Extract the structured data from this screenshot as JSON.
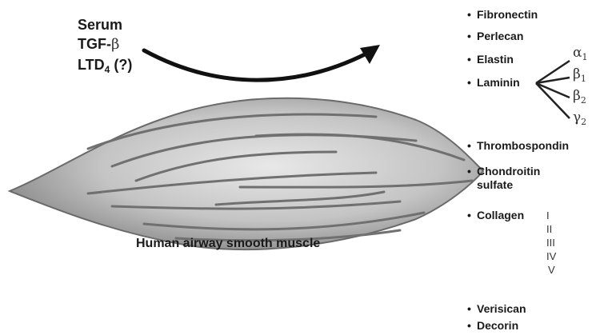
{
  "stimuli": {
    "line1": "Serum",
    "line2_prefix": "TGF-",
    "line2_beta": "β",
    "line3_prefix": "LTD",
    "line3_sub": "4",
    "line3_suffix": " (?)"
  },
  "caption": "Human airway smooth muscle",
  "bullet": "•",
  "components": {
    "fibronectin": "Fibronectin",
    "perlecan": "Perlecan",
    "elastin": "Elastin",
    "laminin": "Laminin",
    "thrombospondin": "Thrombospondin",
    "chondroitin_line1": "Chondroitin",
    "chondroitin_line2": "sulfate",
    "collagen": "Collagen",
    "verisican": "Verisican",
    "decorin": "Decorin"
  },
  "laminin_chains": [
    {
      "greek": "α",
      "sub": "1"
    },
    {
      "greek": "β",
      "sub": "1"
    },
    {
      "greek": "β",
      "sub": "2"
    },
    {
      "greek": "γ",
      "sub": "2"
    }
  ],
  "collagen_types": [
    "I",
    "II",
    "III",
    "IV",
    "V"
  ],
  "colors": {
    "cell_light": "#e4e4e4",
    "cell_dark": "#7a7a7a",
    "fiber": "#6e6e6e",
    "arrow": "#111111"
  }
}
